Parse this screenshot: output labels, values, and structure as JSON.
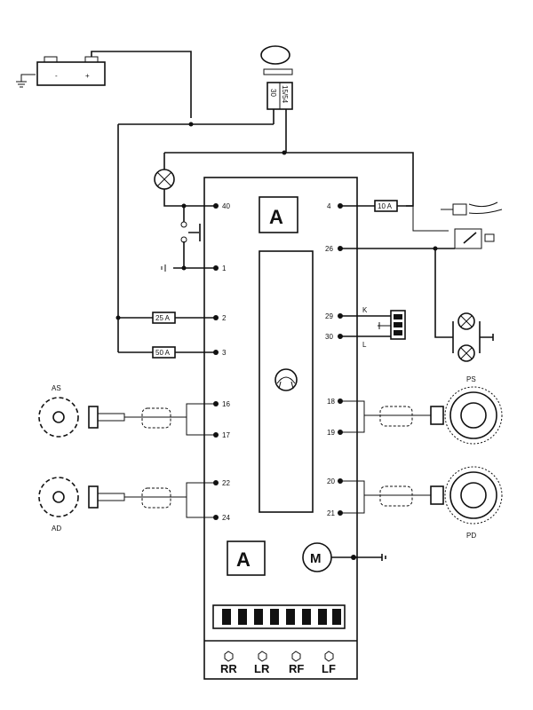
{
  "battery": {
    "minus": "-",
    "plus": "+"
  },
  "ignition": {
    "terminal_a": "30",
    "terminal_b": "15/54"
  },
  "fuses": {
    "f1": "25 A",
    "f2": "50 A",
    "f3": "10 A"
  },
  "module": {
    "label_top": "A",
    "label_bottom": "A",
    "motor": "M"
  },
  "left_pins": [
    "40",
    "1",
    "2",
    "3",
    "16",
    "17",
    "22",
    "24"
  ],
  "right_pins": [
    "4",
    "26",
    "29",
    "30",
    "18",
    "19",
    "20",
    "21"
  ],
  "connector": {
    "k": "K",
    "l": "L"
  },
  "sensors": {
    "as": "AS",
    "ad": "AD",
    "ps": "PS",
    "pd": "PD"
  },
  "valves": [
    "RR",
    "LR",
    "RF",
    "LF"
  ]
}
